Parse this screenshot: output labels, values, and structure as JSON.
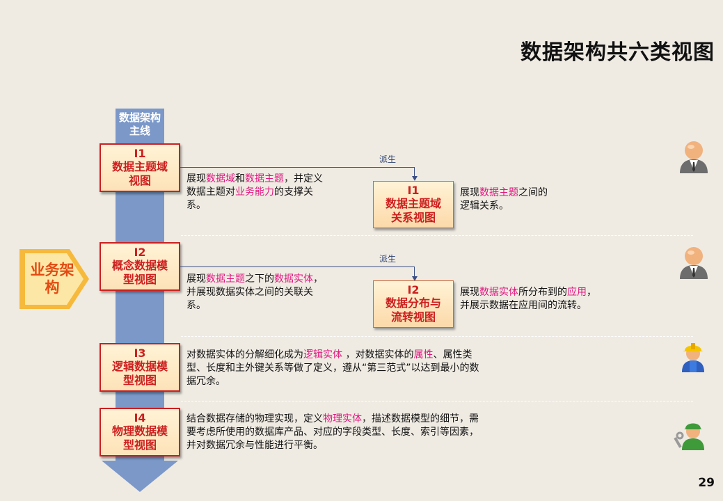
{
  "title": "数据架构共六类视图",
  "page_number": "29",
  "spine": {
    "header": "数据架构主线"
  },
  "business_label": "业务架构",
  "derive_label": "派生",
  "views": [
    {
      "id": "I1",
      "name": "数据主题域视图",
      "description": "展现数据域和数据主题，并定义数据主题对业务能力的支撑关系。",
      "derived": {
        "id": "I1",
        "name": "数据主题域关系视图",
        "description": "展现数据主题之间的逻辑关系。"
      }
    },
    {
      "id": "I2",
      "name": "概念数据模型视图",
      "description": "展现数据主题之下的数据实体，并展现数据实体之间的关联关系。",
      "derived": {
        "id": "I2",
        "name": "数据分布与流转视图",
        "description": "展现数据实体所分布到的应用，并展示数据在应用间的流转。"
      }
    },
    {
      "id": "I3",
      "name": "逻辑数据模型视图",
      "description": "对数据实体的分解细化成为逻辑实体， 对数据实体的属性、属性类型、长度和主外键关系等做了定义，遵从“第三范式”以达到最小的数据冗余。"
    },
    {
      "id": "I4",
      "name": "物理数据模型视图",
      "description": "结合数据存储的物理实现，定义物理实体，描述数据模型的细节，需要考虑所使用的数据库产品、对应的字段类型、长度、索引等因素，并对数据冗余与性能进行平衡。"
    }
  ],
  "icons": [
    "business-person-icon",
    "business-person-icon",
    "worker-hardhat-icon",
    "engineer-wrench-icon"
  ],
  "colors": {
    "accent_red": "#cc1f1f",
    "highlight_pink": "#e0157f",
    "spine_blue": "#7b98c9",
    "chevron_orange": "#f6b93b"
  }
}
